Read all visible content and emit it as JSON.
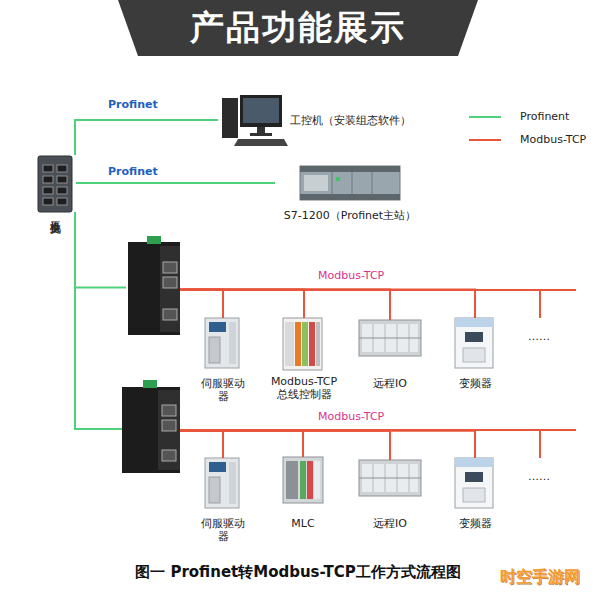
{
  "diagram": {
    "title": "产品功能展示",
    "caption": "图一 Profinet转Modbus-TCP工作方式流程图",
    "nodes": [
      {
        "text": [
          "工业交换机"
        ]
      },
      {
        "text": [
          "工控机（安装组态软件）"
        ]
      },
      {
        "text": [
          "S7-1200（Profinet主站）"
        ]
      },
      {
        "text": []
      },
      {
        "text": [
          "伺服驱动器"
        ]
      },
      {
        "text": [
          "Modbus-TCP 总线控制器"
        ]
      },
      {
        "text": [
          "远程IO"
        ]
      },
      {
        "text": [
          "变频器"
        ]
      },
      {
        "text": []
      },
      {
        "text": [
          "伺服驱动器"
        ]
      },
      {
        "text": [
          "MLC"
        ]
      },
      {
        "text": [
          "远程IO"
        ]
      },
      {
        "text": [
          "变频器"
        ]
      }
    ],
    "edges": [
      {
        "from": 0,
        "to": 1,
        "arrow": "none",
        "label": "Profinet"
      },
      {
        "from": 0,
        "to": 2,
        "arrow": "none",
        "label": "Profinet"
      },
      {
        "from": 0,
        "to": 3,
        "arrow": "none"
      },
      {
        "from": 0,
        "to": 8,
        "arrow": "none"
      },
      {
        "from": 3,
        "to": 4,
        "arrow": "none"
      },
      {
        "from": 3,
        "to": 5,
        "arrow": "none"
      },
      {
        "from": 3,
        "to": 6,
        "arrow": "none"
      },
      {
        "from": 3,
        "to": 7,
        "arrow": "none"
      },
      {
        "from": 8,
        "to": 9,
        "arrow": "none"
      },
      {
        "from": 8,
        "to": 10,
        "arrow": "none"
      },
      {
        "from": 8,
        "to": 11,
        "arrow": "none"
      },
      {
        "from": 8,
        "to": 12,
        "arrow": "none"
      }
    ],
    "labels": [
      "Modbus-TCP",
      "……",
      "Modbus-TCP",
      "……",
      "时空手游网"
    ],
    "legend": [
      {
        "text": "Profinent"
      },
      {
        "text": "Modbus-TCP"
      }
    ]
  }
}
